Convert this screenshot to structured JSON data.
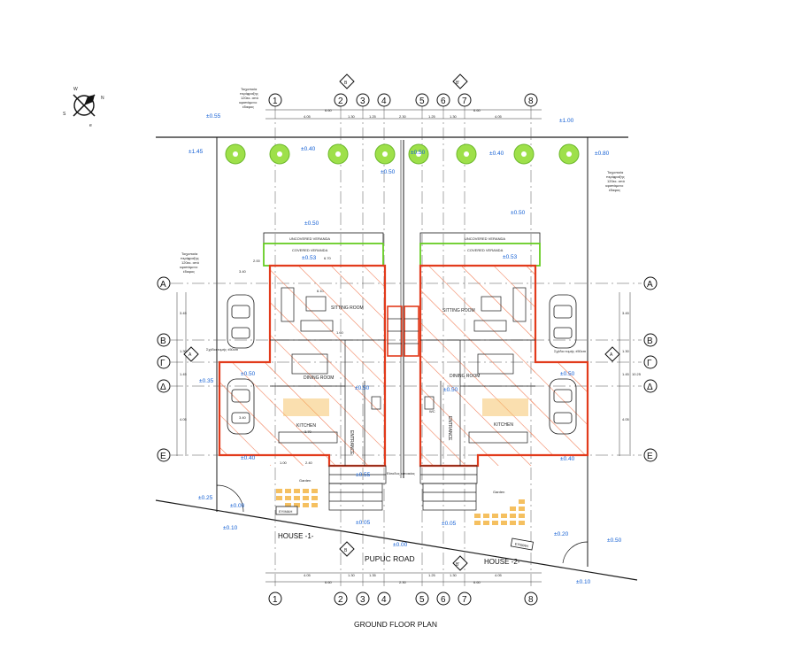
{
  "title": "GROUND FLOOR PLAN",
  "compass": {
    "letters": [
      "W",
      "N",
      "S",
      "e"
    ]
  },
  "houses": [
    "HOUSE -1-",
    "HOUSE -2-"
  ],
  "road": "PUPUC ROAD",
  "rooms": {
    "uncovered_veranda": "UNCOVERED VERANDA",
    "covered_veranda": "COVERED VERANDA",
    "sitting_room": "SITTING ROOM",
    "dining_room": "DINING ROOM",
    "kitchen": "KITCHEN",
    "entrance": "ENTRANCE",
    "wc": "WC",
    "garden": "Garden"
  },
  "meter_label": "EYIMAH",
  "labels": {
    "section_left": "Σχέδιο τομής ±50cm",
    "section_right": "Σχέδιο τομής ±50cm",
    "entrance_note": "Είσοδος κατοικίας"
  },
  "notes": {
    "wall_note": [
      "Τοιχοποιία",
      "περίφραξης",
      "120εκ. από",
      "υφιστάμενο",
      "έδαφος"
    ]
  },
  "grid": {
    "columns": [
      "1",
      "2",
      "3",
      "4",
      "5",
      "6",
      "7",
      "8"
    ],
    "rows": [
      "Α",
      "Β",
      "Γ",
      "Δ",
      "Ε"
    ],
    "sections": [
      "B",
      "B'"
    ],
    "section_markers": [
      "A",
      "A"
    ]
  },
  "dimensions": {
    "top_row1": [
      "4.05",
      "1.30",
      "1.25",
      "2.30",
      "1.25",
      "1.30",
      "4.05"
    ],
    "top_row2": [
      "6.60",
      "6.60"
    ],
    "bottom_row1": [
      "4.05",
      "1.30",
      "1.35",
      "2.30",
      "1.25",
      "1.30",
      "4.05"
    ],
    "bottom_row2": [
      "6.60",
      "6.60"
    ],
    "side_left": [
      "3.45",
      "1.30",
      "1.45",
      "4.05"
    ],
    "side_right": [
      "3.45",
      "1.30",
      "1.45",
      "4.05"
    ],
    "side_total": "10.25",
    "inner": [
      "2.00",
      "6.10",
      "1.60",
      "3.70",
      "1.00",
      "2.40",
      "3.40",
      "6.70",
      "3.40"
    ]
  },
  "levels": [
    "±0.55",
    "±1.45",
    "±0.40",
    "±0.50",
    "±0.50",
    "±0.40",
    "±0.80",
    "±1.00",
    "±0.50",
    "±0.50",
    "±0.53",
    "±0.53",
    "±0.50",
    "±0.35",
    "±0.50",
    "±0.50",
    "±0.40",
    "±0.40",
    "±0.55",
    "±0.50",
    "±0.25",
    "±0.00",
    "±0.10",
    "±0.05",
    "±0.00",
    "±0.05",
    "±0.20",
    "±0.50",
    "±0.10"
  ],
  "colors": {
    "line": "#1a1a1a",
    "wall_red": "#e23b1c",
    "hatch": "#f07850",
    "veranda_green": "#66cc22",
    "tree": "#9ee04a",
    "level_blue": "#1560d4",
    "paving": "#f5c060"
  }
}
